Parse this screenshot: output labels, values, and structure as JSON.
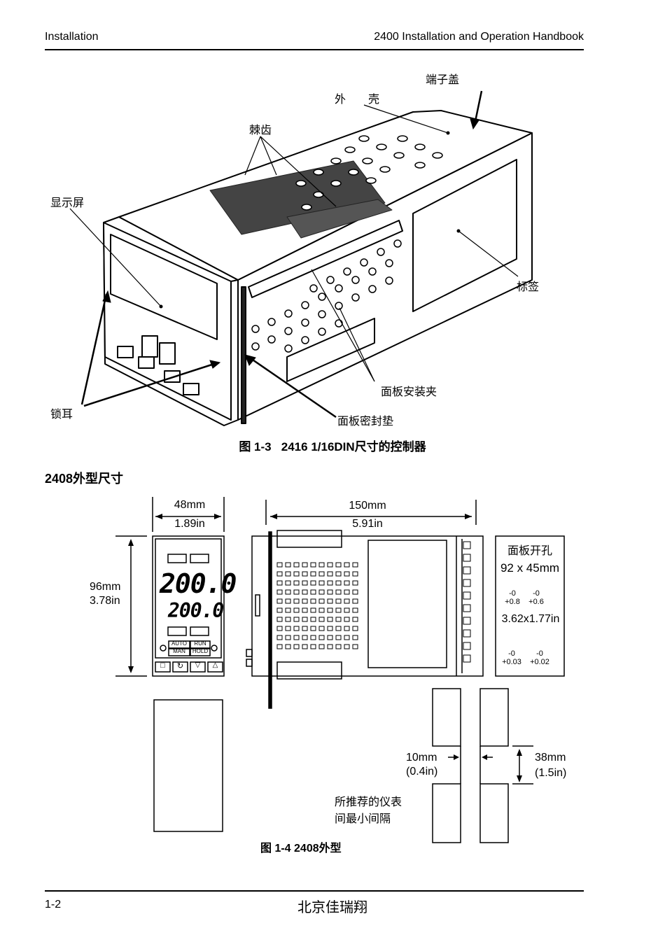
{
  "header": {
    "left": "Installation",
    "right": "2400 Installation and Operation Handbook"
  },
  "figure13": {
    "labels": {
      "terminal_cover": "端子盖",
      "housing": "外　　壳",
      "ratchets": "棘齿",
      "display": "显示屏",
      "label": "标签",
      "latching_ears": "锁耳",
      "panel_clips": "面板安装夹",
      "panel_gasket": "面板密封垫"
    },
    "caption": "图 1-3   2416 1/16DIN尺寸的控制器"
  },
  "section_title": "2408外型尺寸",
  "figure14": {
    "width_mm": "48mm",
    "width_in": "1.89in",
    "height_mm": "96mm",
    "height_in": "3.78in",
    "depth_mm": "150mm",
    "depth_in": "5.91in",
    "display_pv": "200.0",
    "display_sp": "200.0",
    "btn_auto": "AUTO",
    "btn_man": "MAN",
    "btn_run": "RUN",
    "btn_hold": "HOLD",
    "cutout": {
      "title": "面板开孔",
      "size_mm": "92 x 45mm",
      "tol1_a": "-0",
      "tol1_b": "+0.8",
      "tol2_a": "-0",
      "tol2_b": "+0.6",
      "size_in": "3.62x1.77in",
      "tol3_a": "-0",
      "tol3_b": "+0.03",
      "tol4_a": "-0",
      "tol4_b": "+0.02"
    },
    "spacing_h_mm": "10mm",
    "spacing_h_in": "(0.4in)",
    "spacing_v_mm": "38mm",
    "spacing_v_in": "(1.5in)",
    "spacing_note_1": "所推荐的仪表",
    "spacing_note_2": "间最小间隔",
    "caption": "图 1-4 2408外型"
  },
  "footer": {
    "page": "1-2",
    "company": "北京佳瑞翔"
  }
}
